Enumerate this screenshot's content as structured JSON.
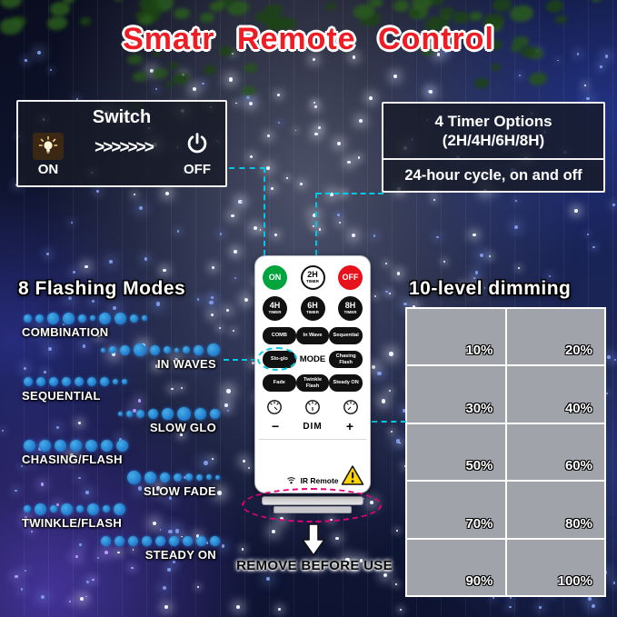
{
  "title": "Smatr  Remote  Control",
  "switch_panel": {
    "title": "Switch",
    "on": "ON",
    "off": "OFF",
    "chevrons": ">>>>>>>"
  },
  "timer_panel": {
    "heading_line1": "4 Timer Options",
    "heading_line2": "(2H/4H/6H/8H)",
    "subtext": "24-hour cycle, on and off"
  },
  "flashing_modes": {
    "heading": "8 Flashing Modes",
    "modes": [
      {
        "label": "COMBINATION",
        "align": "left",
        "dots": [
          9,
          9,
          13,
          13,
          9,
          6,
          13,
          13,
          9,
          6
        ]
      },
      {
        "label": "IN WAVES",
        "align": "right",
        "dots": [
          5,
          8,
          11,
          14,
          11,
          8,
          5,
          8,
          11,
          14
        ]
      },
      {
        "label": "SEQUENTIAL",
        "align": "left",
        "dots": [
          10,
          10,
          10,
          10,
          10,
          10,
          10,
          6,
          6
        ]
      },
      {
        "label": "SLOW GLO",
        "align": "right",
        "dots": [
          5,
          7,
          9,
          11,
          13,
          15,
          13,
          11
        ]
      },
      {
        "label": "CHASING/FLASH",
        "align": "left",
        "dots": [
          13,
          13,
          13,
          13,
          13,
          13,
          13
        ]
      },
      {
        "label": "SLOW FADE",
        "align": "right",
        "dots": [
          15,
          13,
          11,
          9,
          8,
          7,
          6,
          5
        ]
      },
      {
        "label": "TWINKLE/FLASH",
        "align": "left",
        "dots": [
          8,
          13,
          8,
          13,
          8,
          13,
          8,
          13
        ]
      },
      {
        "label": "STEADY ON",
        "align": "right",
        "dots": [
          11,
          11,
          11,
          11,
          11,
          11,
          11,
          11,
          11
        ]
      }
    ]
  },
  "dimming": {
    "heading": "10-level dimming",
    "levels": [
      "10%",
      "20%",
      "30%",
      "40%",
      "50%",
      "60%",
      "70%",
      "80%",
      "90%",
      "100%"
    ]
  },
  "remote": {
    "power_row": [
      {
        "label": "ON"
      },
      {
        "label": "2H",
        "sub": "TIMER"
      },
      {
        "label": "OFF"
      }
    ],
    "timer_row": [
      {
        "label": "4H",
        "sub": "TIMER"
      },
      {
        "label": "6H",
        "sub": "TIMER"
      },
      {
        "label": "8H",
        "sub": "TIMER"
      }
    ],
    "mode_buttons": [
      [
        "COMB",
        "In Wave",
        "Sequential"
      ],
      [
        "Slo-glo",
        "MODE",
        "Chasing Flash"
      ],
      [
        "Fade",
        "Twinkle Flash",
        "Steady ON"
      ]
    ],
    "dim": {
      "minus": "−",
      "label": "DIM",
      "plus": "+"
    },
    "brand": "IR Remote"
  },
  "footer": {
    "remove_note": "REMOVE BEFORE USE"
  },
  "colors": {
    "accent_red": "#ee1c25",
    "connector_cyan": "#00c8e6",
    "dot_blue": "#1b7ad2",
    "on_green": "#00a43c",
    "off_red": "#e8121c",
    "warning_yellow": "#ffd400",
    "annotation_pink": "#e6007e"
  }
}
